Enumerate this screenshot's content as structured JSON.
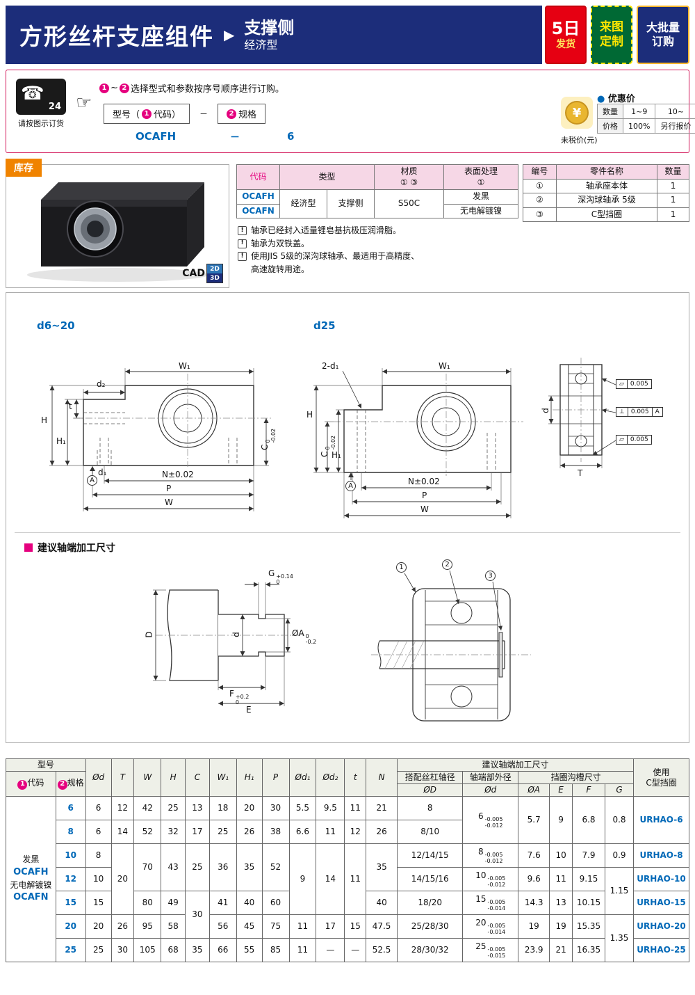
{
  "header": {
    "title": "方形丝杆支座组件",
    "arrow": "▶",
    "subtitle": "支撑侧",
    "subtitle2": "经济型",
    "badge_day_num": "5日",
    "badge_day_text": "发货",
    "badge_custom1": "来图",
    "badge_custom2": "定制",
    "badge_bulk1": "大批量",
    "badge_bulk2": "订购"
  },
  "ordering": {
    "phone_glyph": "☎",
    "phone_24": "24",
    "phone_caption": "请按图示订货",
    "hand": "☞",
    "num1": "1",
    "num2": "2",
    "range_sep": "~",
    "instruction": "选择型式和参数按序号顺序进行订购。",
    "model_prefix": "型号（",
    "model_suffix": "代码）",
    "dash": "－",
    "spec_label": "规格",
    "example_code": "OCAFH",
    "example_dash": "－",
    "example_spec": "6",
    "price_bullet": "●",
    "price_title": "优惠价",
    "yen": "¥",
    "qty_label": "数量",
    "qty_r1": "1~9",
    "qty_r2": "10~",
    "price_label": "价格",
    "price_r1": "100%",
    "price_r2": "另行报价",
    "tax_note": "未税价(元)"
  },
  "stock_label": "库存",
  "cad": {
    "label": "CAD",
    "d2": "2D",
    "d3": "3D"
  },
  "info_table": {
    "h_code": "代码",
    "h_type": "类型",
    "h_mat": "材质",
    "h_mat2": "① ③",
    "h_surf": "表面处理",
    "h_surf2": "①",
    "code1": "OCAFH",
    "code2": "OCAFN",
    "type_a": "经济型",
    "type_b": "支撑侧",
    "mat": "S50C",
    "surf1": "发黑",
    "surf2": "无电解镀镍"
  },
  "parts_table": {
    "h_no": "编号",
    "h_name": "零件名称",
    "h_qty": "数量",
    "r1_no": "①",
    "r1_name": "轴承座本体",
    "r1_qty": "1",
    "r2_no": "②",
    "r2_name": "深沟球轴承 5级",
    "r2_qty": "1",
    "r3_no": "③",
    "r3_name": "C型挡圈",
    "r3_qty": "1"
  },
  "notes_icon": "!",
  "notes": {
    "n1": "轴承已经封入适量锂皂基抗极压润滑脂。",
    "n2": "轴承为双铁盖。",
    "n3": "使用JIS 5级的深沟球轴承、最适用于高精度、",
    "n4": "高速旋转用途。"
  },
  "drawings": {
    "label_small": "d6~20",
    "label_large": "d25",
    "dims": {
      "W1": "W₁",
      "d2": "d₂",
      "H": "H",
      "H1": "H₁",
      "t": "t",
      "C": "C",
      "C_sup": "0",
      "C_sub": "-0.02",
      "d1": "d₁",
      "two_d1": "2-d₁",
      "N": "N±0.02",
      "P": "P",
      "W": "W",
      "datum": "A",
      "d": "d",
      "T": "T",
      "gd1_sym": "▱",
      "gd1_val": "0.005",
      "gd2_sym": "⊥",
      "gd2_val": "0.005",
      "gd2_datum": "A",
      "gd3_sym": "▱",
      "gd3_val": "0.005"
    },
    "section_title": "建议轴端加工尺寸",
    "shaft": {
      "D": "D",
      "d": "d",
      "G": "G",
      "G_sup": "+0.14",
      "G_sub": "0",
      "OA": "ØA",
      "OA_sup": "0",
      "OA_sub": "-0.2",
      "F": "F",
      "F_sup": "+0.2",
      "F_sub": "0",
      "E": "E"
    },
    "callout1": "1",
    "callout2": "2",
    "callout3": "3"
  },
  "spec_table": {
    "h_model": "型号",
    "h_code": "代码",
    "h_spec": "规格",
    "h_od": "Ød",
    "h_T": "T",
    "h_W": "W",
    "h_H": "H",
    "h_C": "C",
    "h_W1": "W₁",
    "h_H1": "H₁",
    "h_P": "P",
    "h_od1": "Ød₁",
    "h_od2": "Ød₂",
    "h_t": "t",
    "h_N": "N",
    "h_group": "建议轴端加工尺寸",
    "h_screw": "搭配丝杠轴径",
    "h_end": "轴端部外径",
    "h_groove": "挡圈沟槽尺寸",
    "h_OD": "ØD",
    "h_endd": "Ød",
    "h_OA": "ØA",
    "h_E": "E",
    "h_F": "F",
    "h_G": "G",
    "h_ring": "使用",
    "h_ring2": "C型挡圈",
    "group_l1": "发黑",
    "group_l2": "OCAFH",
    "group_l3": "无电解镀镍",
    "group_l4": "OCAFN",
    "rows": {
      "r6": {
        "spec": "6",
        "od": "6",
        "T": "12",
        "W": "42",
        "H": "25",
        "C": "13",
        "W1": "18",
        "H1": "20",
        "P": "30",
        "od1": "5.5",
        "od2": "9.5",
        "t": "11",
        "N": "21",
        "OD": "8",
        "end": "6",
        "endt": "-0.005",
        "endb": "-0.012",
        "OA": "5.7",
        "E": "9",
        "F": "6.8",
        "G": "0.8",
        "ring": "URHAO-6"
      },
      "r8": {
        "spec": "8",
        "od": "6",
        "T": "14",
        "W": "52",
        "H": "32",
        "C": "17",
        "W1": "25",
        "H1": "26",
        "P": "38",
        "od1": "6.6",
        "od2": "11",
        "t": "12",
        "N": "26",
        "OD": "8/10"
      },
      "r10": {
        "spec": "10",
        "od": "8",
        "T": "20",
        "W": "70",
        "H": "43",
        "C": "25",
        "W1": "36",
        "H1": "35",
        "P": "52",
        "od1": "9",
        "od2": "14",
        "t": "11",
        "N": "35",
        "OD": "12/14/15",
        "end": "8",
        "endt": "-0.005",
        "endb": "-0.012",
        "OA": "7.6",
        "E": "10",
        "F": "7.9",
        "G": "0.9",
        "ring": "URHAO-8"
      },
      "r12": {
        "spec": "12",
        "od": "10",
        "OD": "14/15/16",
        "end": "10",
        "endt": "-0.005",
        "endb": "-0.012",
        "OA": "9.6",
        "E": "11",
        "F": "9.15",
        "G": "1.15",
        "ring": "URHAO-10"
      },
      "r15": {
        "spec": "15",
        "od": "15",
        "W": "80",
        "H": "49",
        "C": "30",
        "W1": "41",
        "H1": "40",
        "P": "60",
        "N": "40",
        "OD": "18/20",
        "end": "15",
        "endt": "-0.005",
        "endb": "-0.014",
        "OA": "14.3",
        "E": "13",
        "F": "10.15",
        "ring": "URHAO-15"
      },
      "r20": {
        "spec": "20",
        "od": "20",
        "T": "26",
        "W": "95",
        "H": "58",
        "W1": "56",
        "H1": "45",
        "P": "75",
        "od1": "11",
        "od2": "17",
        "t": "15",
        "N": "47.5",
        "OD": "25/28/30",
        "end": "20",
        "endt": "-0.005",
        "endb": "-0.014",
        "OA": "19",
        "E": "19",
        "F": "15.35",
        "G": "1.35",
        "ring": "URHAO-20"
      },
      "r25": {
        "spec": "25",
        "od": "25",
        "T": "30",
        "W": "105",
        "H": "68",
        "C": "35",
        "W1": "66",
        "H1": "55",
        "P": "85",
        "od1": "11",
        "od2": "—",
        "t": "—",
        "N": "52.5",
        "OD": "28/30/32",
        "end": "25",
        "endt": "-0.005",
        "endb": "-0.015",
        "OA": "23.9",
        "E": "21",
        "F": "16.35",
        "ring": "URHAO-25"
      }
    }
  }
}
